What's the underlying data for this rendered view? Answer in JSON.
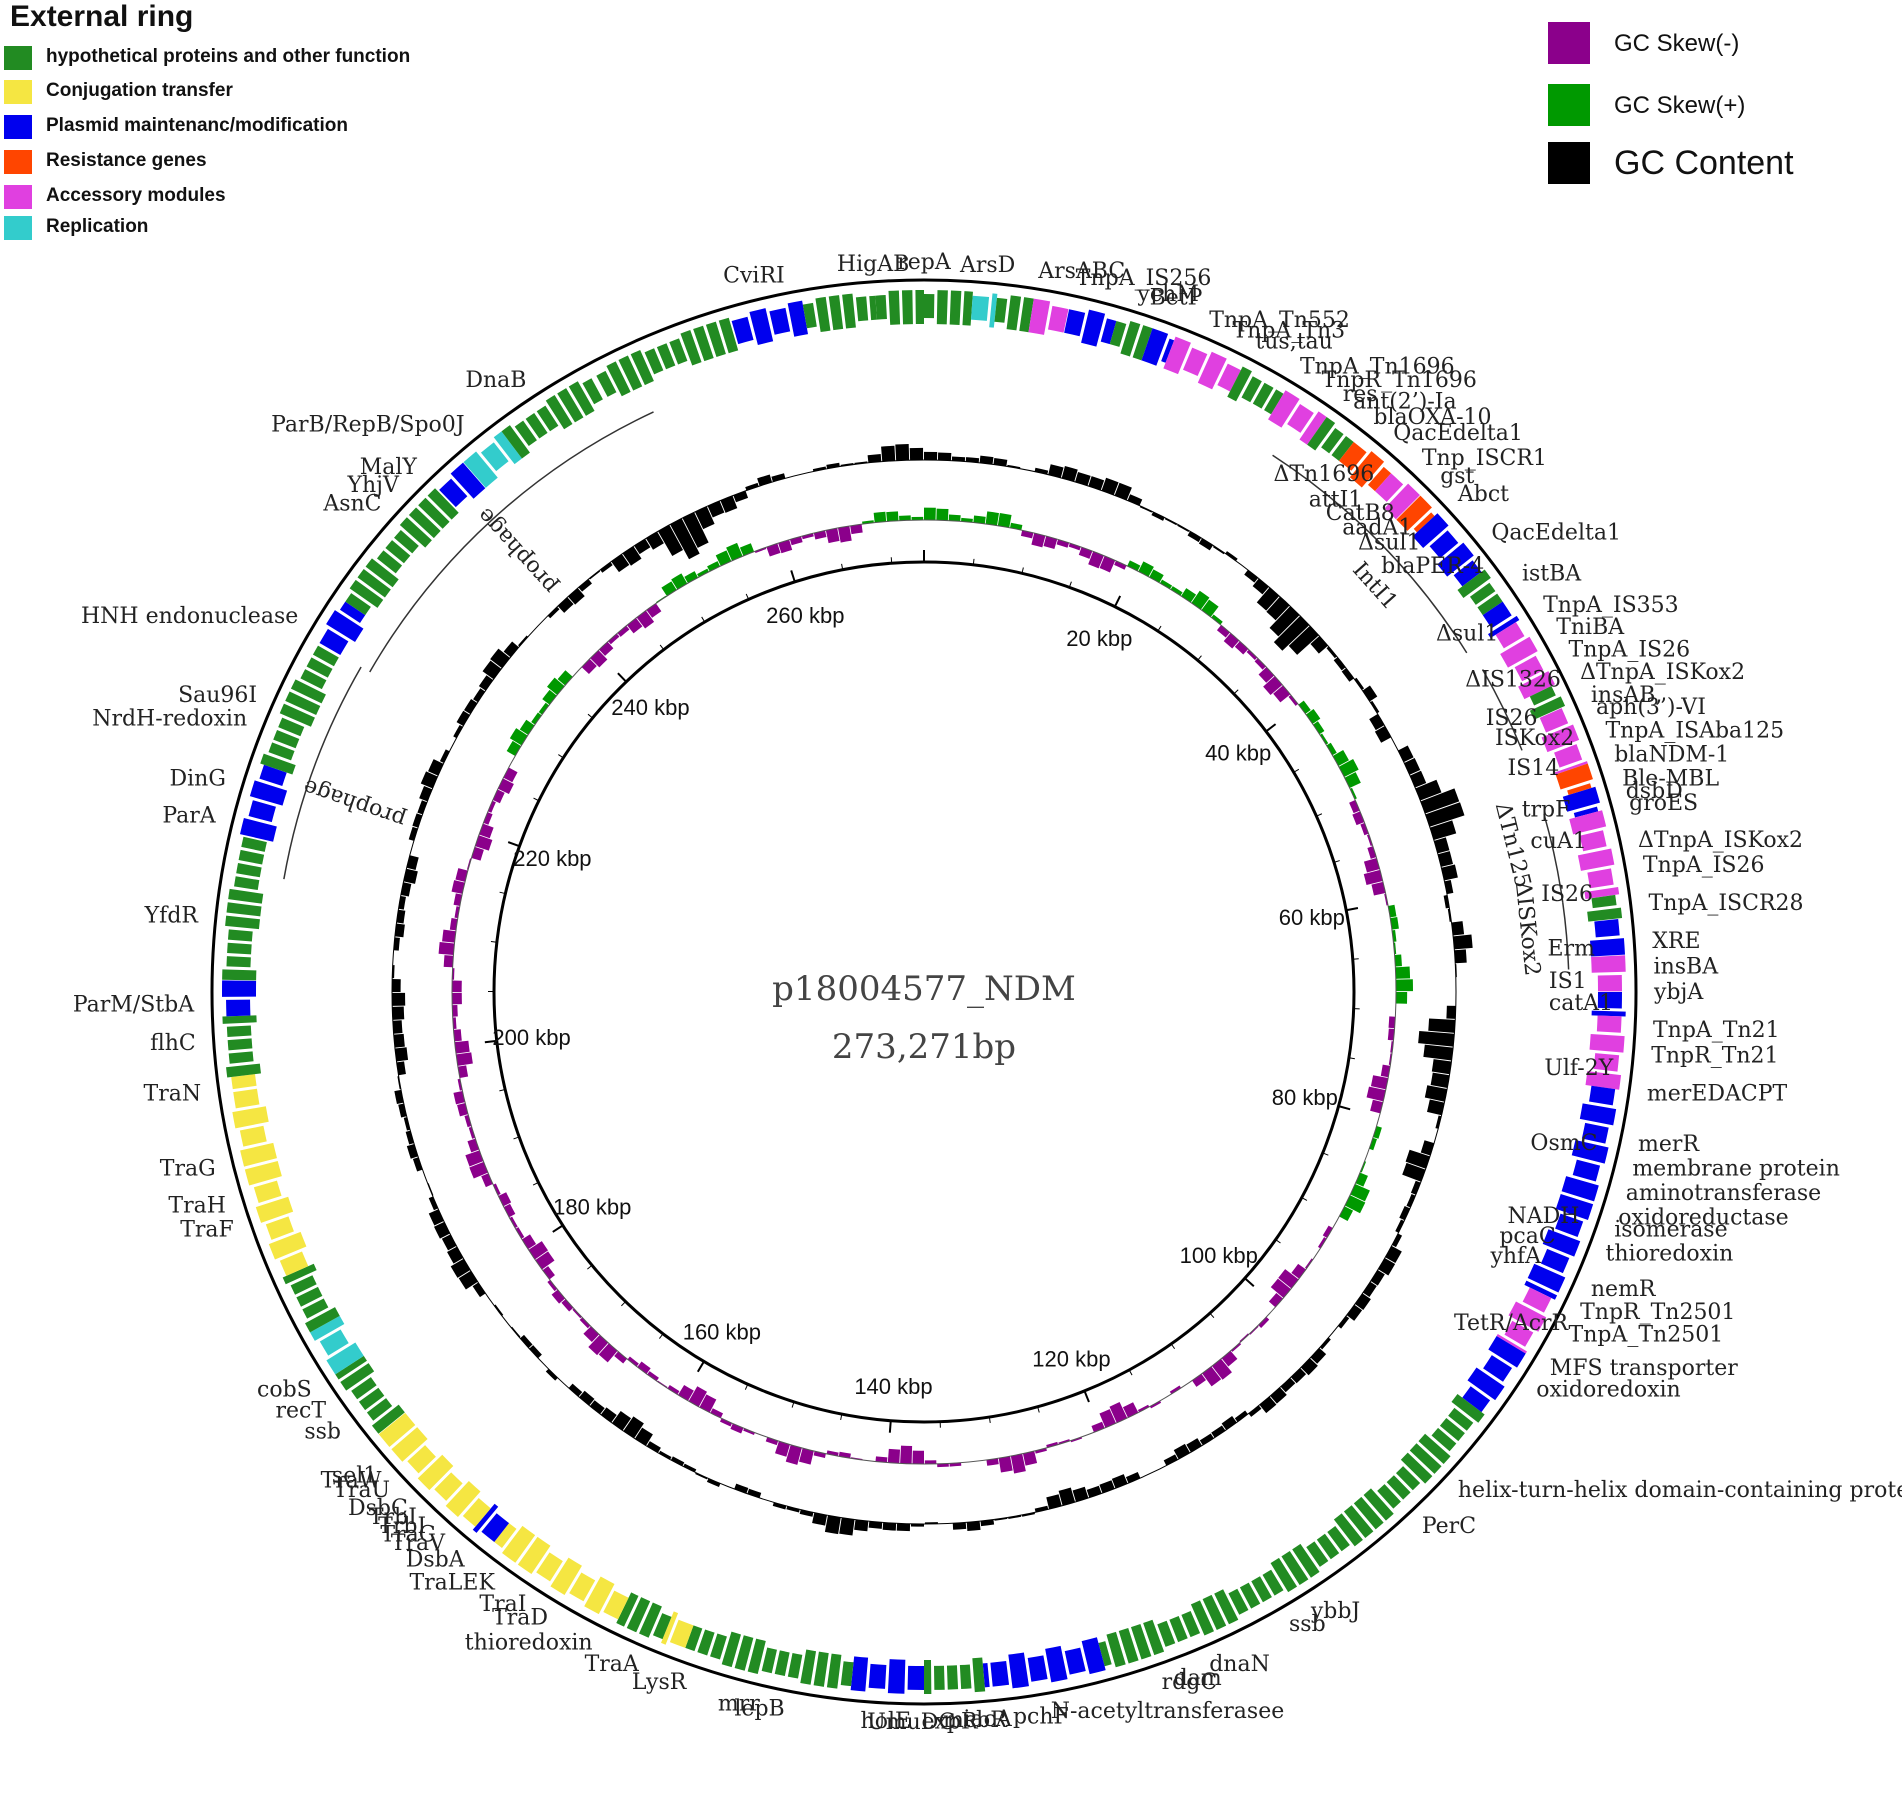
{
  "legend_left": {
    "title": "External ring",
    "items": [
      {
        "label": "hypothetical proteins and other function",
        "color": "#228b22"
      },
      {
        "label": "Conjugation transfer",
        "color": "#f5e642"
      },
      {
        "label": "Plasmid maintenanc/modification",
        "color": "#0000ee"
      },
      {
        "label": "Resistance genes",
        "color": "#ff4500"
      },
      {
        "label": "Accessory modules",
        "color": "#e040e0"
      },
      {
        "label": "Replication",
        "color": "#33cccc"
      }
    ]
  },
  "legend_right": {
    "items": [
      {
        "label": "GC Skew(-)",
        "color": "#8b008b"
      },
      {
        "label": "GC Skew(+)",
        "color": "#009900"
      },
      {
        "label": "GC Content",
        "color": "#000000"
      }
    ]
  },
  "center": {
    "name": "p18004577_NDM",
    "size": "273,271bp"
  },
  "genome_length": 273271,
  "ticks": [
    "20 kbp",
    "40 kbp",
    "60 kbp",
    "80 kbp",
    "100 kbp",
    "120 kbp",
    "140 kbp",
    "160 kbp",
    "180 kbp",
    "200 kbp",
    "220 kbp",
    "240 kbp",
    "260 kbp"
  ],
  "tick_kbp": [
    20,
    40,
    60,
    80,
    100,
    120,
    140,
    160,
    180,
    200,
    220,
    240,
    260
  ],
  "gene_labels": [
    {
      "text": "repA",
      "deg": 0
    },
    {
      "text": "ArsD",
      "deg": 5
    },
    {
      "text": "TnpA_IS256",
      "deg": 12
    },
    {
      "text": "ychM",
      "deg": 17
    },
    {
      "text": "TnpA_Tn552",
      "deg": 23
    },
    {
      "text": "TnpA_Tn3",
      "deg": 25
    },
    {
      "text": "tus,tau",
      "deg": 27
    },
    {
      "text": "TnpA_Tn1696",
      "deg": 31
    },
    {
      "text": "TnpR_Tn1696",
      "deg": 33
    },
    {
      "text": "res",
      "deg": 35
    },
    {
      "text": "ant(2’)-Ia",
      "deg": 36
    },
    {
      "text": "blaOXA-10",
      "deg": 38
    },
    {
      "text": "QacEdelta1",
      "deg": 40
    },
    {
      "text": "Tnp_ISCR1",
      "deg": 43
    },
    {
      "text": "gst",
      "deg": 45
    },
    {
      "text": "Abct",
      "deg": 47
    },
    {
      "text": "QacEdelta1",
      "deg": 51
    },
    {
      "text": "istBA",
      "deg": 55
    },
    {
      "text": "TnpA_IS353",
      "deg": 58
    },
    {
      "text": "TniBA",
      "deg": 60
    },
    {
      "text": "TnpA_IS26",
      "deg": 62
    },
    {
      "text": "ΔTnpA_ISKox2",
      "deg": 64
    },
    {
      "text": "insAB,",
      "deg": 66
    },
    {
      "text": "aph(3’)-VI",
      "deg": 67
    },
    {
      "text": "TnpA_ISAba125",
      "deg": 69
    },
    {
      "text": "blaNDM-1",
      "deg": 71
    },
    {
      "text": "Ble-MBL",
      "deg": 73
    },
    {
      "text": "dsbD",
      "deg": 74
    },
    {
      "text": "groES",
      "deg": 75
    },
    {
      "text": "ΔTnpA_ISKox2",
      "deg": 78
    },
    {
      "text": "TnpA_IS26",
      "deg": 80
    },
    {
      "text": "TnpA_ISCR28",
      "deg": 83
    },
    {
      "text": "XRE",
      "deg": 86
    },
    {
      "text": "insBA",
      "deg": 88
    },
    {
      "text": "ybjA",
      "deg": 90
    },
    {
      "text": "TnpA_Tn21",
      "deg": 93
    },
    {
      "text": "TnpR_Tn21",
      "deg": 95
    },
    {
      "text": "merEDACPT",
      "deg": 98
    },
    {
      "text": "merR",
      "deg": 102
    },
    {
      "text": "membrane protein",
      "deg": 104
    },
    {
      "text": "aminotransferase",
      "deg": 106
    },
    {
      "text": "oxidoreductase",
      "deg": 108
    },
    {
      "text": "isomerase",
      "deg": 109
    },
    {
      "text": "thioredoxin",
      "deg": 111
    },
    {
      "text": "nemR",
      "deg": 114
    },
    {
      "text": "TnpR_Tn2501",
      "deg": 116
    },
    {
      "text": "TnpA_Tn2501",
      "deg": 118
    },
    {
      "text": "MFS transporter",
      "deg": 121
    },
    {
      "text": "oxidoredoxin",
      "deg": 123
    },
    {
      "text": "helix-turn-helix domain-containing protein",
      "deg": 133
    },
    {
      "text": "PerC",
      "deg": 137
    },
    {
      "text": "ybbJ",
      "deg": 148
    },
    {
      "text": "ssb",
      "deg": 150
    },
    {
      "text": "dnaN",
      "deg": 157
    },
    {
      "text": "dam",
      "deg": 160
    },
    {
      "text": "rdgC",
      "deg": 161
    },
    {
      "text": "N-acetyltransferasee",
      "deg": 170
    },
    {
      "text": "pchF",
      "deg": 173
    },
    {
      "text": "mcbR",
      "deg": 176
    },
    {
      "text": "iacA",
      "deg": 175
    },
    {
      "text": "expR",
      "deg": 178
    },
    {
      "text": "UmuDC",
      "deg": 181
    },
    {
      "text": "holE",
      "deg": 183
    },
    {
      "text": "lepB",
      "deg": 191
    },
    {
      "text": "mrr",
      "deg": 193
    },
    {
      "text": "LysR",
      "deg": 199
    },
    {
      "text": "TraA",
      "deg": 203
    },
    {
      "text": "thioredoxin",
      "deg": 207
    },
    {
      "text": "TraD",
      "deg": 211
    },
    {
      "text": "TraI",
      "deg": 213
    },
    {
      "text": "TraLEK",
      "deg": 216
    },
    {
      "text": "DsbA",
      "deg": 219
    },
    {
      "text": "TraV",
      "deg": 221
    },
    {
      "text": "TrbI",
      "deg": 223
    },
    {
      "text": "TraC",
      "deg": 222
    },
    {
      "text": "DsbC",
      "deg": 225
    },
    {
      "text": "TrbI",
      "deg": 224
    },
    {
      "text": "TraW",
      "deg": 228
    },
    {
      "text": "TraU",
      "deg": 227
    },
    {
      "text": "sel1",
      "deg": 228.5
    },
    {
      "text": "ssb",
      "deg": 233
    },
    {
      "text": "recT",
      "deg": 235
    },
    {
      "text": "cobS",
      "deg": 237
    },
    {
      "text": "TraF",
      "deg": 251
    },
    {
      "text": "TraH",
      "deg": 253
    },
    {
      "text": "TraG",
      "deg": 256
    },
    {
      "text": "TraN",
      "deg": 262
    },
    {
      "text": "flhC",
      "deg": 266
    },
    {
      "text": "ParM/StbA",
      "deg": 269
    },
    {
      "text": "YfdR",
      "deg": 276
    },
    {
      "text": "ParA",
      "deg": 284
    },
    {
      "text": "DinG",
      "deg": 287
    },
    {
      "text": "NrdH-redoxin",
      "deg": 292
    },
    {
      "text": "Sau96I",
      "deg": 294
    },
    {
      "text": "HNH endonuclease",
      "deg": 301
    },
    {
      "text": "AsnC",
      "deg": 312
    },
    {
      "text": "YhjV",
      "deg": 314
    },
    {
      "text": "MalY",
      "deg": 316
    },
    {
      "text": "ParB/RepB/Spo0J",
      "deg": 321
    },
    {
      "text": "DnaB",
      "deg": 327
    },
    {
      "text": "CviRI",
      "deg": 349
    },
    {
      "text": "HigAB",
      "deg": 356
    },
    {
      "text": "ArsABC",
      "deg": 9
    },
    {
      "text": "BetP",
      "deg": 18
    }
  ],
  "inner_labels": [
    {
      "text": "ΔTn1696",
      "deg": 34
    },
    {
      "text": "attI1",
      "deg": 38
    },
    {
      "text": "CatB8",
      "deg": 40
    },
    {
      "text": "aadA1",
      "deg": 42
    },
    {
      "text": "Δsul1",
      "deg": 44
    },
    {
      "text": "blaPER-4",
      "deg": 47
    },
    {
      "text": "Δsul1",
      "deg": 55
    },
    {
      "text": "ΔIS1326",
      "deg": 60
    },
    {
      "text": "IS26",
      "deg": 64
    },
    {
      "text": "ISKox2",
      "deg": 66
    },
    {
      "text": "IS14",
      "deg": 69
    },
    {
      "text": "trpF",
      "deg": 73
    },
    {
      "text": "cuA1",
      "deg": 76
    },
    {
      "text": "IS26",
      "deg": 81
    },
    {
      "text": "Erm",
      "deg": 86
    },
    {
      "text": "IS1",
      "deg": 89
    },
    {
      "text": "catA1",
      "deg": 91
    },
    {
      "text": "Ulf-2Y",
      "deg": 97
    },
    {
      "text": "OsmC",
      "deg": 104
    },
    {
      "text": "NADH",
      "deg": 111
    },
    {
      "text": "pcaC",
      "deg": 113
    },
    {
      "text": "yhfA",
      "deg": 115
    },
    {
      "text": "TetR/AcrR",
      "deg": 122
    }
  ],
  "arc_labels": [
    {
      "text": "prophage",
      "deg": 318
    },
    {
      "text": "prophage",
      "deg": 289
    },
    {
      "text": "IntI1",
      "deg": 48
    },
    {
      "text": "ΔTn125",
      "deg": 76
    },
    {
      "text": "ΔISKox2",
      "deg": 84
    }
  ]
}
